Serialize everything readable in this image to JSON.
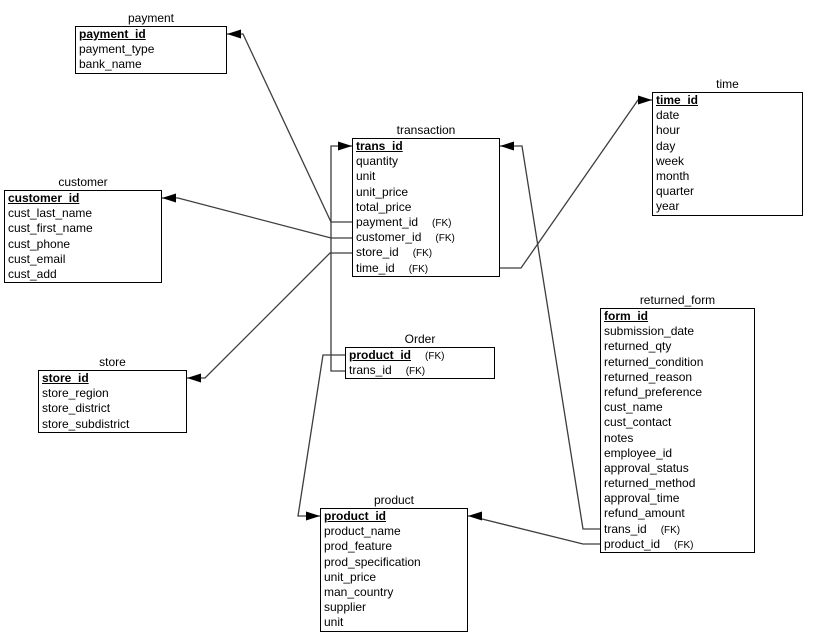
{
  "diagram": {
    "type": "entity-relationship",
    "fk_label": "(FK)",
    "colors": {
      "background": "#ffffff",
      "box_border": "#000000",
      "line": "#3d3d3d",
      "text": "#000000",
      "arrowhead": "#000000"
    },
    "entities": {
      "payment": {
        "title": "payment",
        "fields": [
          {
            "name": "payment_id",
            "pk": true
          },
          {
            "name": "payment_type"
          },
          {
            "name": "bank_name"
          }
        ]
      },
      "customer": {
        "title": "customer",
        "fields": [
          {
            "name": "customer_id",
            "pk": true
          },
          {
            "name": "cust_last_name"
          },
          {
            "name": "cust_first_name"
          },
          {
            "name": "cust_phone"
          },
          {
            "name": "cust_email"
          },
          {
            "name": "cust_add"
          }
        ]
      },
      "store": {
        "title": "store",
        "fields": [
          {
            "name": "store_id",
            "pk": true
          },
          {
            "name": "store_region"
          },
          {
            "name": "store_district"
          },
          {
            "name": "store_subdistrict"
          }
        ]
      },
      "transaction": {
        "title": "transaction",
        "fields": [
          {
            "name": "trans_id",
            "pk": true
          },
          {
            "name": "quantity"
          },
          {
            "name": "unit"
          },
          {
            "name": "unit_price"
          },
          {
            "name": "total_price"
          },
          {
            "name": "payment_id",
            "fk": true
          },
          {
            "name": "customer_id",
            "fk": true
          },
          {
            "name": "store_id",
            "fk": true
          },
          {
            "name": "time_id",
            "fk": true
          }
        ]
      },
      "time": {
        "title": "time",
        "fields": [
          {
            "name": "time_id",
            "pk": true
          },
          {
            "name": "date"
          },
          {
            "name": "hour"
          },
          {
            "name": "day"
          },
          {
            "name": "week"
          },
          {
            "name": "month"
          },
          {
            "name": "quarter"
          },
          {
            "name": "year"
          }
        ]
      },
      "order": {
        "title": "Order",
        "fields": [
          {
            "name": "product_id",
            "pk": true,
            "fk": true
          },
          {
            "name": "trans_id",
            "fk": true
          }
        ]
      },
      "returned_form": {
        "title": "returned_form",
        "fields": [
          {
            "name": "form_id",
            "pk": true
          },
          {
            "name": "submission_date"
          },
          {
            "name": "returned_qty"
          },
          {
            "name": "returned_condition"
          },
          {
            "name": "returned_reason"
          },
          {
            "name": "refund_preference"
          },
          {
            "name": "cust_name"
          },
          {
            "name": "cust_contact"
          },
          {
            "name": "notes"
          },
          {
            "name": "employee_id"
          },
          {
            "name": "approval_status"
          },
          {
            "name": "returned_method"
          },
          {
            "name": "approval_time"
          },
          {
            "name": "refund_amount"
          },
          {
            "name": "trans_id",
            "fk": true
          },
          {
            "name": "product_id",
            "fk": true
          }
        ]
      },
      "product": {
        "title": "product",
        "fields": [
          {
            "name": "product_id",
            "pk": true
          },
          {
            "name": "product_name"
          },
          {
            "name": "prod_feature"
          },
          {
            "name": "prod_specification"
          },
          {
            "name": "unit_price"
          },
          {
            "name": "man_country"
          },
          {
            "name": "supplier"
          },
          {
            "name": "unit"
          }
        ]
      }
    },
    "relationships": [
      {
        "from": "transaction.payment_id",
        "to": "payment.payment_id"
      },
      {
        "from": "transaction.customer_id",
        "to": "customer.customer_id"
      },
      {
        "from": "transaction.store_id",
        "to": "store.store_id"
      },
      {
        "from": "transaction.time_id",
        "to": "time.time_id"
      },
      {
        "from": "Order.trans_id",
        "to": "transaction.trans_id"
      },
      {
        "from": "Order.product_id",
        "to": "product.product_id"
      },
      {
        "from": "returned_form.trans_id",
        "to": "transaction.trans_id"
      },
      {
        "from": "returned_form.product_id",
        "to": "product.product_id"
      }
    ]
  }
}
